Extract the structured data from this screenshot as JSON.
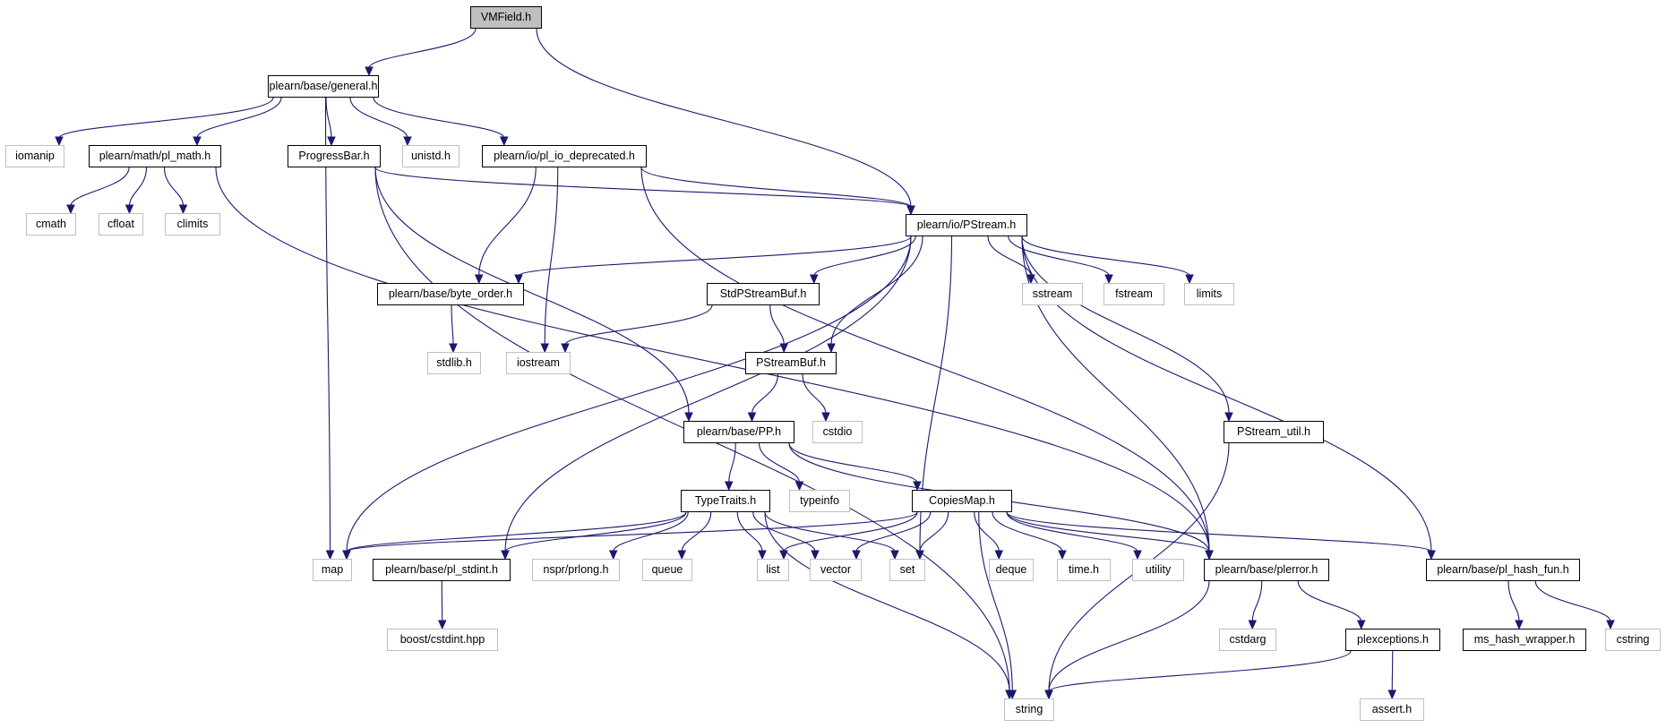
{
  "colors": {
    "edge": "#191970",
    "internal_border": "#000000",
    "external_border": "#bfbfbf",
    "root_fill": "#bfbfbf"
  },
  "nodes": [
    {
      "id": "vmfield",
      "label": "VMField.h",
      "kind": "root"
    },
    {
      "id": "general",
      "label": "plearn/base/general.h",
      "kind": "int"
    },
    {
      "id": "iomanip",
      "label": "iomanip",
      "kind": "ext"
    },
    {
      "id": "pl_math",
      "label": "plearn/math/pl_math.h",
      "kind": "int"
    },
    {
      "id": "progressbar",
      "label": "ProgressBar.h",
      "kind": "int"
    },
    {
      "id": "unistd",
      "label": "unistd.h",
      "kind": "ext"
    },
    {
      "id": "pl_io_dep",
      "label": "plearn/io/pl_io_deprecated.h",
      "kind": "int"
    },
    {
      "id": "cmath",
      "label": "cmath",
      "kind": "ext"
    },
    {
      "id": "cfloat",
      "label": "cfloat",
      "kind": "ext"
    },
    {
      "id": "climits",
      "label": "climits",
      "kind": "ext"
    },
    {
      "id": "pstream",
      "label": "plearn/io/PStream.h",
      "kind": "int"
    },
    {
      "id": "byte_order",
      "label": "plearn/base/byte_order.h",
      "kind": "int"
    },
    {
      "id": "stdpsb",
      "label": "StdPStreamBuf.h",
      "kind": "int"
    },
    {
      "id": "sstream",
      "label": "sstream",
      "kind": "ext"
    },
    {
      "id": "fstream",
      "label": "fstream",
      "kind": "ext"
    },
    {
      "id": "limits",
      "label": "limits",
      "kind": "ext"
    },
    {
      "id": "stdlib",
      "label": "stdlib.h",
      "kind": "ext"
    },
    {
      "id": "iostream",
      "label": "iostream",
      "kind": "ext"
    },
    {
      "id": "psb",
      "label": "PStreamBuf.h",
      "kind": "int"
    },
    {
      "id": "pp",
      "label": "plearn/base/PP.h",
      "kind": "int"
    },
    {
      "id": "cstdio",
      "label": "cstdio",
      "kind": "ext"
    },
    {
      "id": "pstream_util",
      "label": "PStream_util.h",
      "kind": "int"
    },
    {
      "id": "typetraits",
      "label": "TypeTraits.h",
      "kind": "int"
    },
    {
      "id": "typeinfo",
      "label": "typeinfo",
      "kind": "ext"
    },
    {
      "id": "copiesmap",
      "label": "CopiesMap.h",
      "kind": "int"
    },
    {
      "id": "map",
      "label": "map",
      "kind": "ext"
    },
    {
      "id": "pl_stdint",
      "label": "plearn/base/pl_stdint.h",
      "kind": "int"
    },
    {
      "id": "prlong",
      "label": "nspr/prlong.h",
      "kind": "ext"
    },
    {
      "id": "queue",
      "label": "queue",
      "kind": "ext"
    },
    {
      "id": "list",
      "label": "list",
      "kind": "ext"
    },
    {
      "id": "vector",
      "label": "vector",
      "kind": "ext"
    },
    {
      "id": "set",
      "label": "set",
      "kind": "ext"
    },
    {
      "id": "deque",
      "label": "deque",
      "kind": "ext"
    },
    {
      "id": "time",
      "label": "time.h",
      "kind": "ext"
    },
    {
      "id": "utility",
      "label": "utility",
      "kind": "ext"
    },
    {
      "id": "plerror",
      "label": "plearn/base/plerror.h",
      "kind": "int"
    },
    {
      "id": "hash_fun",
      "label": "plearn/base/pl_hash_fun.h",
      "kind": "int"
    },
    {
      "id": "cstdint",
      "label": "boost/cstdint.hpp",
      "kind": "ext"
    },
    {
      "id": "cstdarg",
      "label": "cstdarg",
      "kind": "ext"
    },
    {
      "id": "plexceptions",
      "label": "plexceptions.h",
      "kind": "int"
    },
    {
      "id": "ms_hash",
      "label": "ms_hash_wrapper.h",
      "kind": "int"
    },
    {
      "id": "cstring",
      "label": "cstring",
      "kind": "ext"
    },
    {
      "id": "string",
      "label": "string",
      "kind": "ext"
    },
    {
      "id": "assert",
      "label": "assert.h",
      "kind": "ext"
    }
  ],
  "edges": [
    [
      "vmfield",
      "general"
    ],
    [
      "vmfield",
      "pstream"
    ],
    [
      "general",
      "iomanip"
    ],
    [
      "general",
      "pl_math"
    ],
    [
      "general",
      "progressbar"
    ],
    [
      "general",
      "unistd"
    ],
    [
      "general",
      "pl_io_dep"
    ],
    [
      "general",
      "map"
    ],
    [
      "pl_math",
      "cmath"
    ],
    [
      "pl_math",
      "cfloat"
    ],
    [
      "pl_math",
      "climits"
    ],
    [
      "pl_math",
      "plerror"
    ],
    [
      "progressbar",
      "pstream"
    ],
    [
      "progressbar",
      "pp"
    ],
    [
      "progressbar",
      "string"
    ],
    [
      "pl_io_dep",
      "pstream"
    ],
    [
      "pl_io_dep",
      "byte_order"
    ],
    [
      "pl_io_dep",
      "iostream"
    ],
    [
      "pl_io_dep",
      "plerror"
    ],
    [
      "pstream",
      "byte_order"
    ],
    [
      "pstream",
      "stdpsb"
    ],
    [
      "pstream",
      "psb"
    ],
    [
      "pstream",
      "sstream"
    ],
    [
      "pstream",
      "fstream"
    ],
    [
      "pstream",
      "limits"
    ],
    [
      "pstream",
      "pstream_util"
    ],
    [
      "pstream",
      "hash_fun"
    ],
    [
      "pstream",
      "map"
    ],
    [
      "pstream",
      "pl_stdint"
    ],
    [
      "pstream",
      "set"
    ],
    [
      "pstream",
      "plerror"
    ],
    [
      "byte_order",
      "stdlib"
    ],
    [
      "stdpsb",
      "iostream"
    ],
    [
      "stdpsb",
      "psb"
    ],
    [
      "psb",
      "pp"
    ],
    [
      "psb",
      "cstdio"
    ],
    [
      "pp",
      "typetraits"
    ],
    [
      "pp",
      "typeinfo"
    ],
    [
      "pp",
      "copiesmap"
    ],
    [
      "pp",
      "plerror"
    ],
    [
      "pstream_util",
      "string"
    ],
    [
      "typetraits",
      "map"
    ],
    [
      "typetraits",
      "pl_stdint"
    ],
    [
      "typetraits",
      "prlong"
    ],
    [
      "typetraits",
      "queue"
    ],
    [
      "typetraits",
      "list"
    ],
    [
      "typetraits",
      "vector"
    ],
    [
      "typetraits",
      "set"
    ],
    [
      "typetraits",
      "string"
    ],
    [
      "copiesmap",
      "map"
    ],
    [
      "copiesmap",
      "list"
    ],
    [
      "copiesmap",
      "vector"
    ],
    [
      "copiesmap",
      "set"
    ],
    [
      "copiesmap",
      "deque"
    ],
    [
      "copiesmap",
      "time"
    ],
    [
      "copiesmap",
      "utility"
    ],
    [
      "copiesmap",
      "plerror"
    ],
    [
      "copiesmap",
      "hash_fun"
    ],
    [
      "copiesmap",
      "string"
    ],
    [
      "pl_stdint",
      "cstdint"
    ],
    [
      "plerror",
      "cstdarg"
    ],
    [
      "plerror",
      "plexceptions"
    ],
    [
      "plerror",
      "string"
    ],
    [
      "plexceptions",
      "string"
    ],
    [
      "plexceptions",
      "assert"
    ],
    [
      "hash_fun",
      "ms_hash"
    ],
    [
      "hash_fun",
      "cstring"
    ]
  ]
}
